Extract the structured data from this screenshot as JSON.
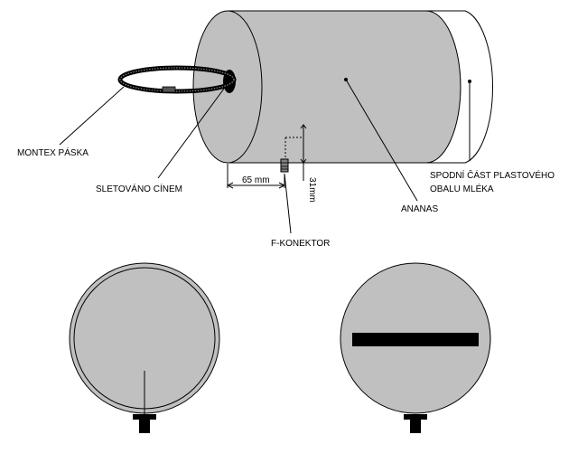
{
  "labels": {
    "montex": "MONTEX PÁSKA",
    "sletovano": "SLETOVÁNO CÍNEM",
    "fkonektor": "F-KONEKTOR",
    "ananas": "ANANAS",
    "spodni_line1": "SPODNÍ ČÁST PLASTOVÉHO",
    "spodni_line2": "OBALU MLÉKA"
  },
  "dimensions": {
    "horizontal": "65 mm",
    "vertical": "31mm"
  },
  "colors": {
    "body_fill": "#c0c0c0",
    "line": "#000000",
    "background": "#ffffff"
  }
}
